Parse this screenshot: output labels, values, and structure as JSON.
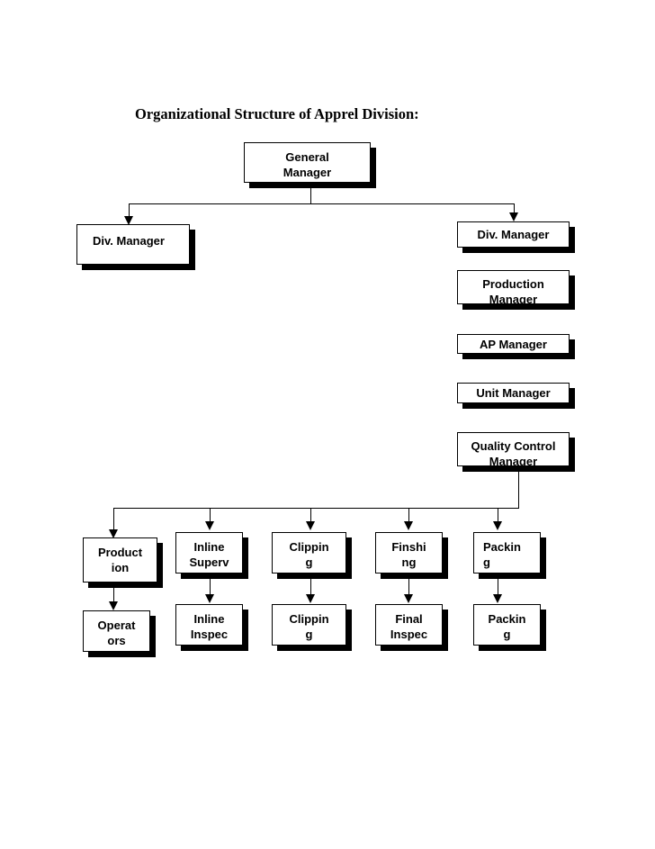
{
  "title": "Organizational Structure of Apprel Division:",
  "nodes": {
    "general_manager": [
      "General",
      "Manager"
    ],
    "div_manager_left": [
      "Div. Manager"
    ],
    "div_manager_right": [
      "Div. Manager"
    ],
    "production_manager": [
      "Production",
      "Manager"
    ],
    "ap_manager": [
      "AP Manager"
    ],
    "unit_manager": [
      "Unit Manager"
    ],
    "quality_control_manager": [
      "Quality Control",
      "Manager"
    ],
    "production": [
      "Product",
      "ion"
    ],
    "inline_supervisor": [
      "Inline",
      "Superv"
    ],
    "clipping_1": [
      "Clippin",
      "g"
    ],
    "finishing": [
      "Finshi",
      "ng"
    ],
    "packing_1": [
      "Packin",
      "g"
    ],
    "operators": [
      "Operat",
      "ors"
    ],
    "inline_inspector": [
      "Inline",
      "Inspec"
    ],
    "clipping_2": [
      "Clippin",
      "g"
    ],
    "final_inspector": [
      "Final",
      "Inspec"
    ],
    "packing_2": [
      "Packin",
      "g"
    ]
  }
}
